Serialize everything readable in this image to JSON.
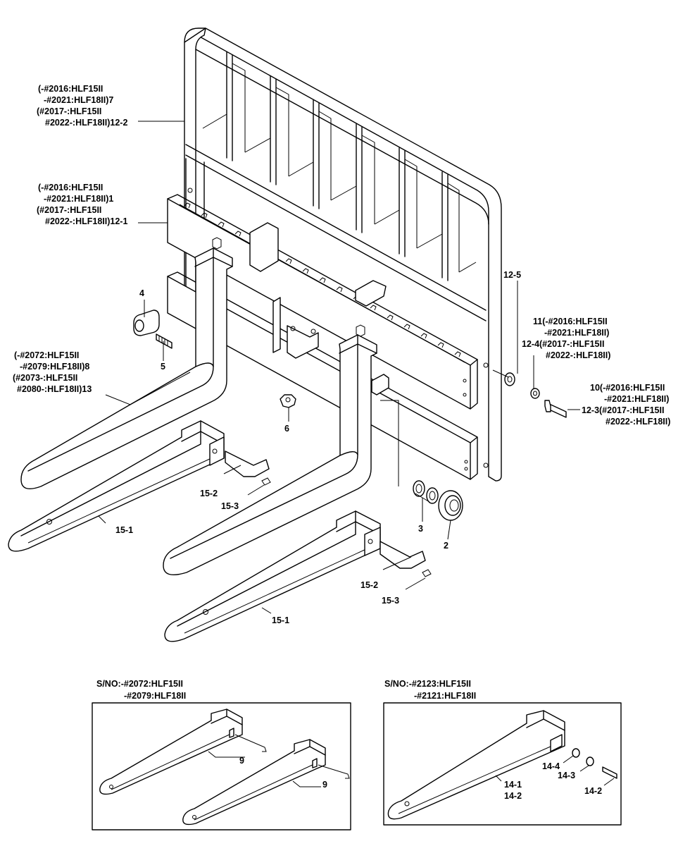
{
  "callouts": {
    "c7": [
      "(-#2016:HLF15II",
      "-#2021:HLF18II)7",
      "(#2017-:HLF15II",
      "#2022-:HLF18II)12-2"
    ],
    "c1": [
      "(-#2016:HLF15II",
      "-#2021:HLF18II)1",
      "(#2017-:HLF15II",
      "#2022-:HLF18II)12-1"
    ],
    "c8": [
      "(-#2072:HLF15II",
      "-#2079:HLF18II)8",
      "(#2073-:HLF15II",
      "#2080-:HLF18II)13"
    ],
    "c11": [
      "11(-#2016:HLF15II",
      "-#2021:HLF18II)",
      "12-4(#2017-:HLF15II",
      "#2022-:HLF18II)"
    ],
    "c10": [
      "10(-#2016:HLF15II",
      "-#2021:HLF18II)",
      "12-3(#2017-:HLF15II",
      "#2022-:HLF18II)"
    ]
  },
  "parts": {
    "p4": "4",
    "p5": "5",
    "p6": "6",
    "p3": "3",
    "p2": "2",
    "p12_5": "12-5",
    "p15_2a": "15-2",
    "p15_3a": "15-3",
    "p15_1a": "15-1",
    "p15_2b": "15-2",
    "p15_3b": "15-3",
    "p15_1b": "15-1"
  },
  "inset_left": {
    "serial": [
      "S/NO:-#2072:HLF15II",
      "-#2079:HLF18II"
    ],
    "label_a": "9",
    "label_b": "9"
  },
  "inset_right": {
    "serial": [
      "S/NO:-#2123:HLF15II",
      "-#2121:HLF18II"
    ],
    "label_14_4": "14-4",
    "label_14_3": "14-3",
    "label_14_1": "14-1",
    "label_14_2a": "14-2",
    "label_14_2b": "14-2"
  }
}
